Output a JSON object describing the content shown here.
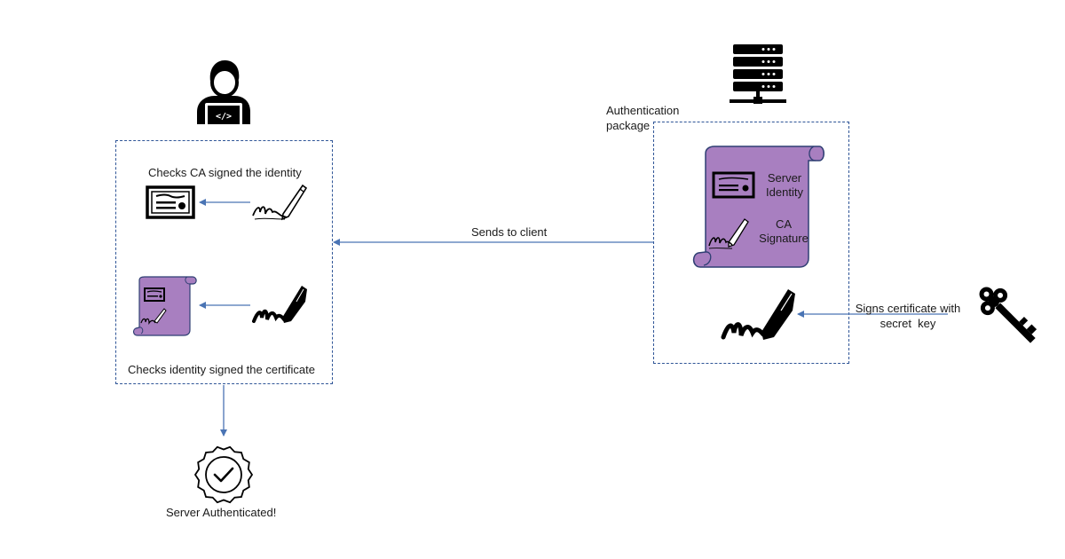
{
  "client": {
    "check_ca_label": "Checks CA signed the identity",
    "check_identity_label": "Checks identity signed the certificate"
  },
  "transfer": {
    "sends_label": "Sends to client"
  },
  "server": {
    "package_label_line1": "Authentication",
    "package_label_line2": "package",
    "scroll_identity_line1": "Server",
    "scroll_identity_line2": "Identity",
    "scroll_signature_line1": "CA",
    "scroll_signature_line2": "Signature"
  },
  "signing": {
    "label_line1": "Signs certificate with",
    "label_line2": "secret  key"
  },
  "result": {
    "label": "Server Authenticated!"
  },
  "colors": {
    "arrow": "#4a74b4",
    "box_border": "#2f5597",
    "scroll_fill": "#a87fc0",
    "scroll_stroke": "#2f3f73"
  }
}
